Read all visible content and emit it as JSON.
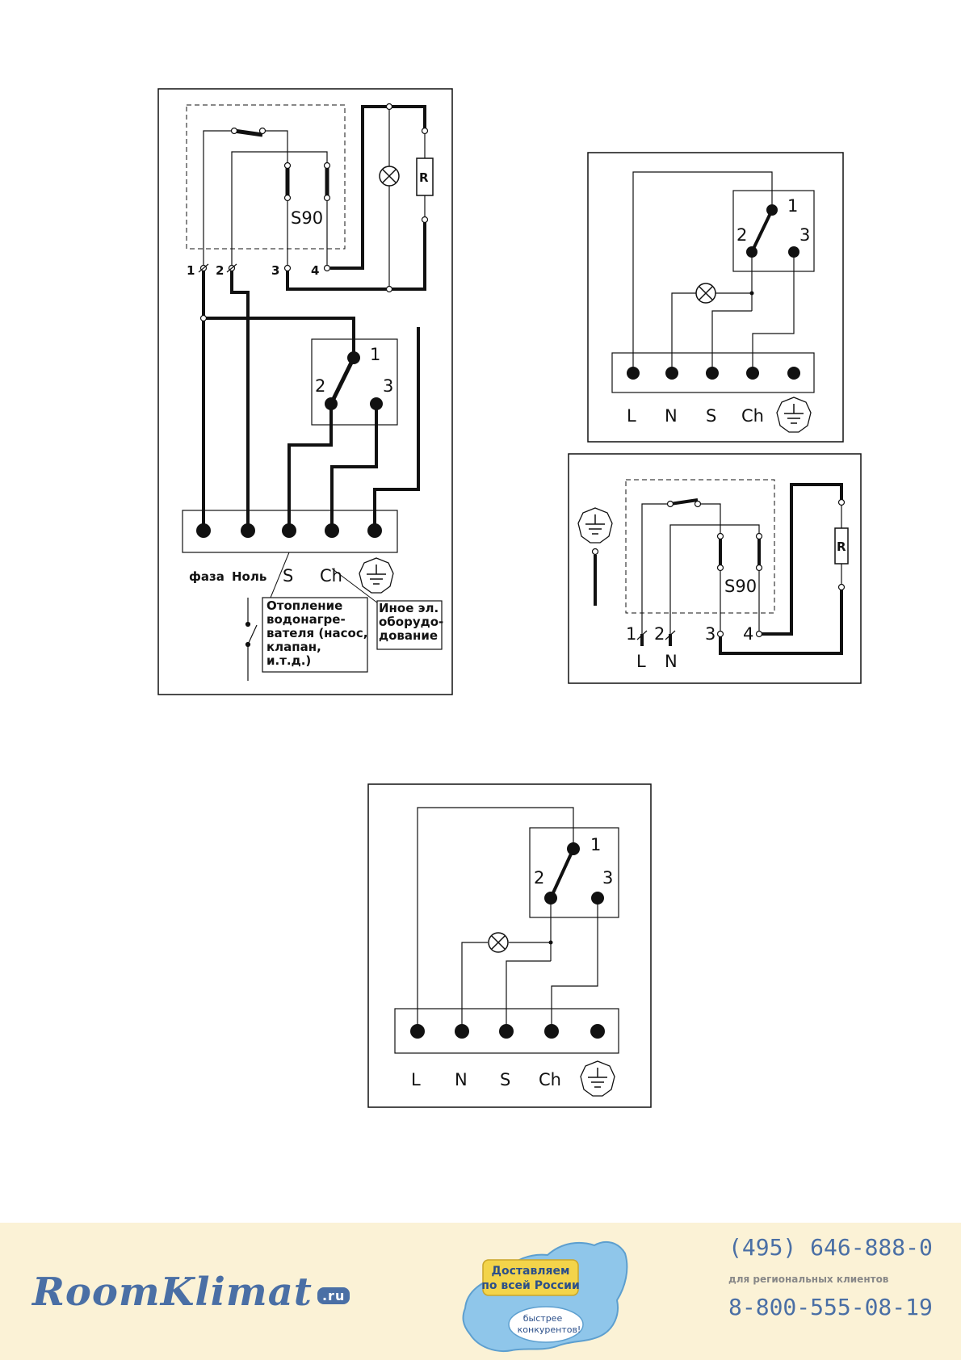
{
  "diagram1": {
    "thermostat_label": "S90",
    "resistor_label": "R",
    "terminal_numbers": [
      "1",
      "2",
      "3",
      "4"
    ],
    "switch_numbers": [
      "1",
      "2",
      "3"
    ],
    "bottom_labels": [
      "фаза",
      "Ноль",
      "S",
      "Ch"
    ],
    "box_heating": [
      "Отопление",
      "водонагре-",
      "вателя (насос,",
      "клапан, и.т.д.)"
    ],
    "box_other": [
      "Иное эл.",
      "оборудо-",
      "дование"
    ]
  },
  "diagram2": {
    "switch_numbers": [
      "1",
      "2",
      "3"
    ],
    "terminal_labels": [
      "L",
      "N",
      "S",
      "Ch"
    ]
  },
  "diagram3": {
    "thermostat_label": "S90",
    "resistor_label": "R",
    "terminal_numbers": [
      "1",
      "2",
      "3",
      "4"
    ],
    "supply_labels": [
      "L",
      "N"
    ]
  },
  "diagram4": {
    "switch_numbers": [
      "1",
      "2",
      "3"
    ],
    "terminal_labels": [
      "L",
      "N",
      "S",
      "Ch"
    ]
  },
  "footer": {
    "brand": "RoomKlimat",
    "brand_tld": ".ru",
    "promo_line1": "Доставляем",
    "promo_line2": "по всей России",
    "promo_badge1": "быстрее",
    "promo_badge2": "конкурентов!",
    "phone_moscow": "(495) 646-888-0",
    "phone_note": "для региональных клиентов",
    "phone_regions": "8-800-555-08-19",
    "colors": {
      "brand": "#4a6fa5",
      "background": "#fbf2d6"
    }
  }
}
